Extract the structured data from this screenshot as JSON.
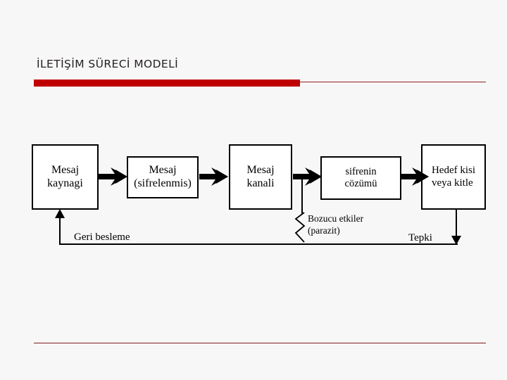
{
  "slide": {
    "title": "İLETİŞİM SÜRECİ MODELİ",
    "accent_color": "#c00000",
    "rule_color": "#7b1c1c",
    "background_color": "#f8f7f7"
  },
  "diagram": {
    "type": "flow-diagram",
    "nodes": [
      {
        "id": "source",
        "line1": "Mesaj",
        "line2": "kaynagi"
      },
      {
        "id": "message",
        "line1": "Mesaj",
        "line2": "(sifrelenmis)"
      },
      {
        "id": "channel",
        "line1": "Mesaj",
        "line2": "kanali"
      },
      {
        "id": "decode",
        "line1": "sifrenin",
        "line2": "cözümü"
      },
      {
        "id": "target",
        "line1": "Hedef kisi",
        "line2": "veya kitle"
      }
    ],
    "labels": {
      "feedback": "Geri besleme",
      "response": "Tepki",
      "noise_line1": "Bozucu etkiler",
      "noise_line2": "(parazit)"
    },
    "icons": {
      "flow_arrow": "block-arrow-right",
      "noise": "zigzag-squiggle"
    }
  }
}
